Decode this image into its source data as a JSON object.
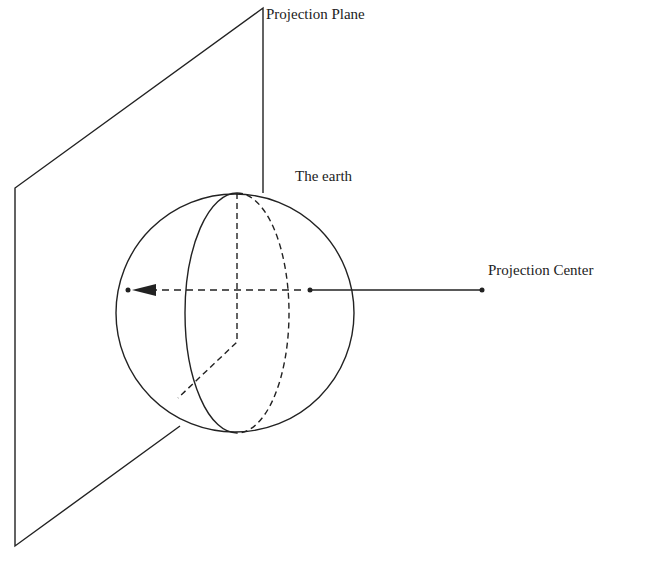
{
  "diagram": {
    "nodes": [
      {
        "text": [
          "The earth"
        ]
      }
    ],
    "labels": [
      "Projection Plane",
      "Projection Center"
    ]
  }
}
